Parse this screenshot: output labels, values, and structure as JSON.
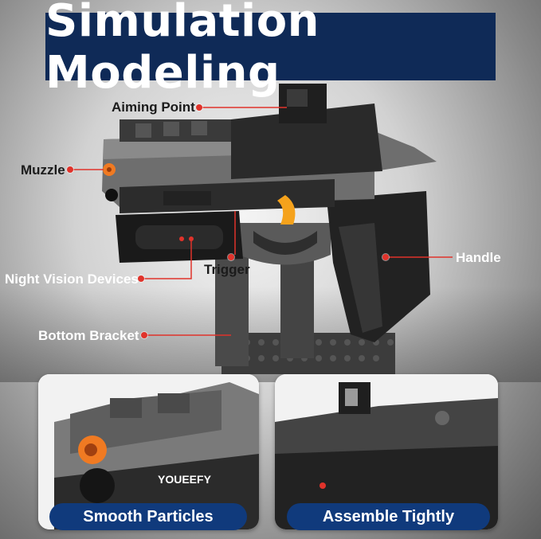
{
  "title": "Simulation Modeling",
  "brand_mark": "YOUEEFY",
  "labels": {
    "aiming_point": "Aiming Point",
    "muzzle": "Muzzle",
    "trigger": "Trigger",
    "handle": "Handle",
    "night_vision": "Night Vision Devices",
    "bottom_bracket": "Bottom Bracket"
  },
  "panels": {
    "left_caption": "Smooth Particles",
    "right_caption": "Assemble Tightly"
  },
  "colors": {
    "banner": "#0f2a57",
    "pill": "#103a7c",
    "accent_dot": "#e0332b",
    "muzzle_orange": "#f07a22",
    "trigger_orange": "#f5a21c"
  }
}
